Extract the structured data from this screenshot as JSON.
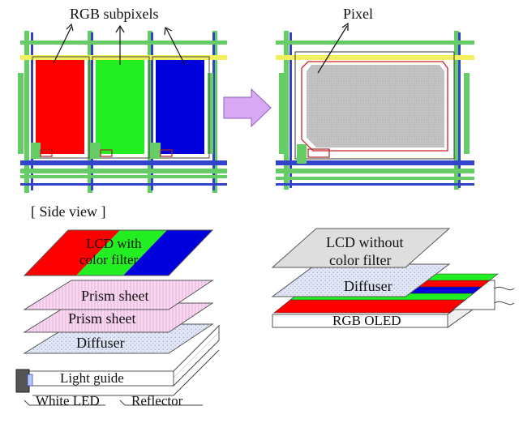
{
  "labels": {
    "rgb_subpixels": "RGB subpixels",
    "pixel": "Pixel",
    "side_view": "[ Side view ]",
    "lcd_with_filter_line1": "LCD with",
    "lcd_with_filter_line2": "color filter",
    "prism_sheet_1": "Prism sheet",
    "prism_sheet_2": "Prism sheet",
    "diffuser_left": "Diffuser",
    "light_guide": "Light guide",
    "white_led": "White LED",
    "reflector": "Reflector",
    "lcd_without_filter_line1": "LCD without",
    "lcd_without_filter_line2": "color filter",
    "diffuser_right": "Diffuser",
    "rgb_oled": "RGB OLED"
  },
  "colors": {
    "red": "#ff0000",
    "green": "#22ee22",
    "blue": "#0000dd",
    "wire_green": "#66cc66",
    "wire_blue": "#3344cc",
    "wire_yellow": "#f2f060",
    "pixel_gray": "#bdbdbd",
    "prism_pink": "#f8d8f0",
    "diffuser_blue": "#dde4f6",
    "lcd_gray": "#dedede",
    "arrow_fill": "#d8a8f4",
    "arrow_stroke": "#8a60b8"
  }
}
